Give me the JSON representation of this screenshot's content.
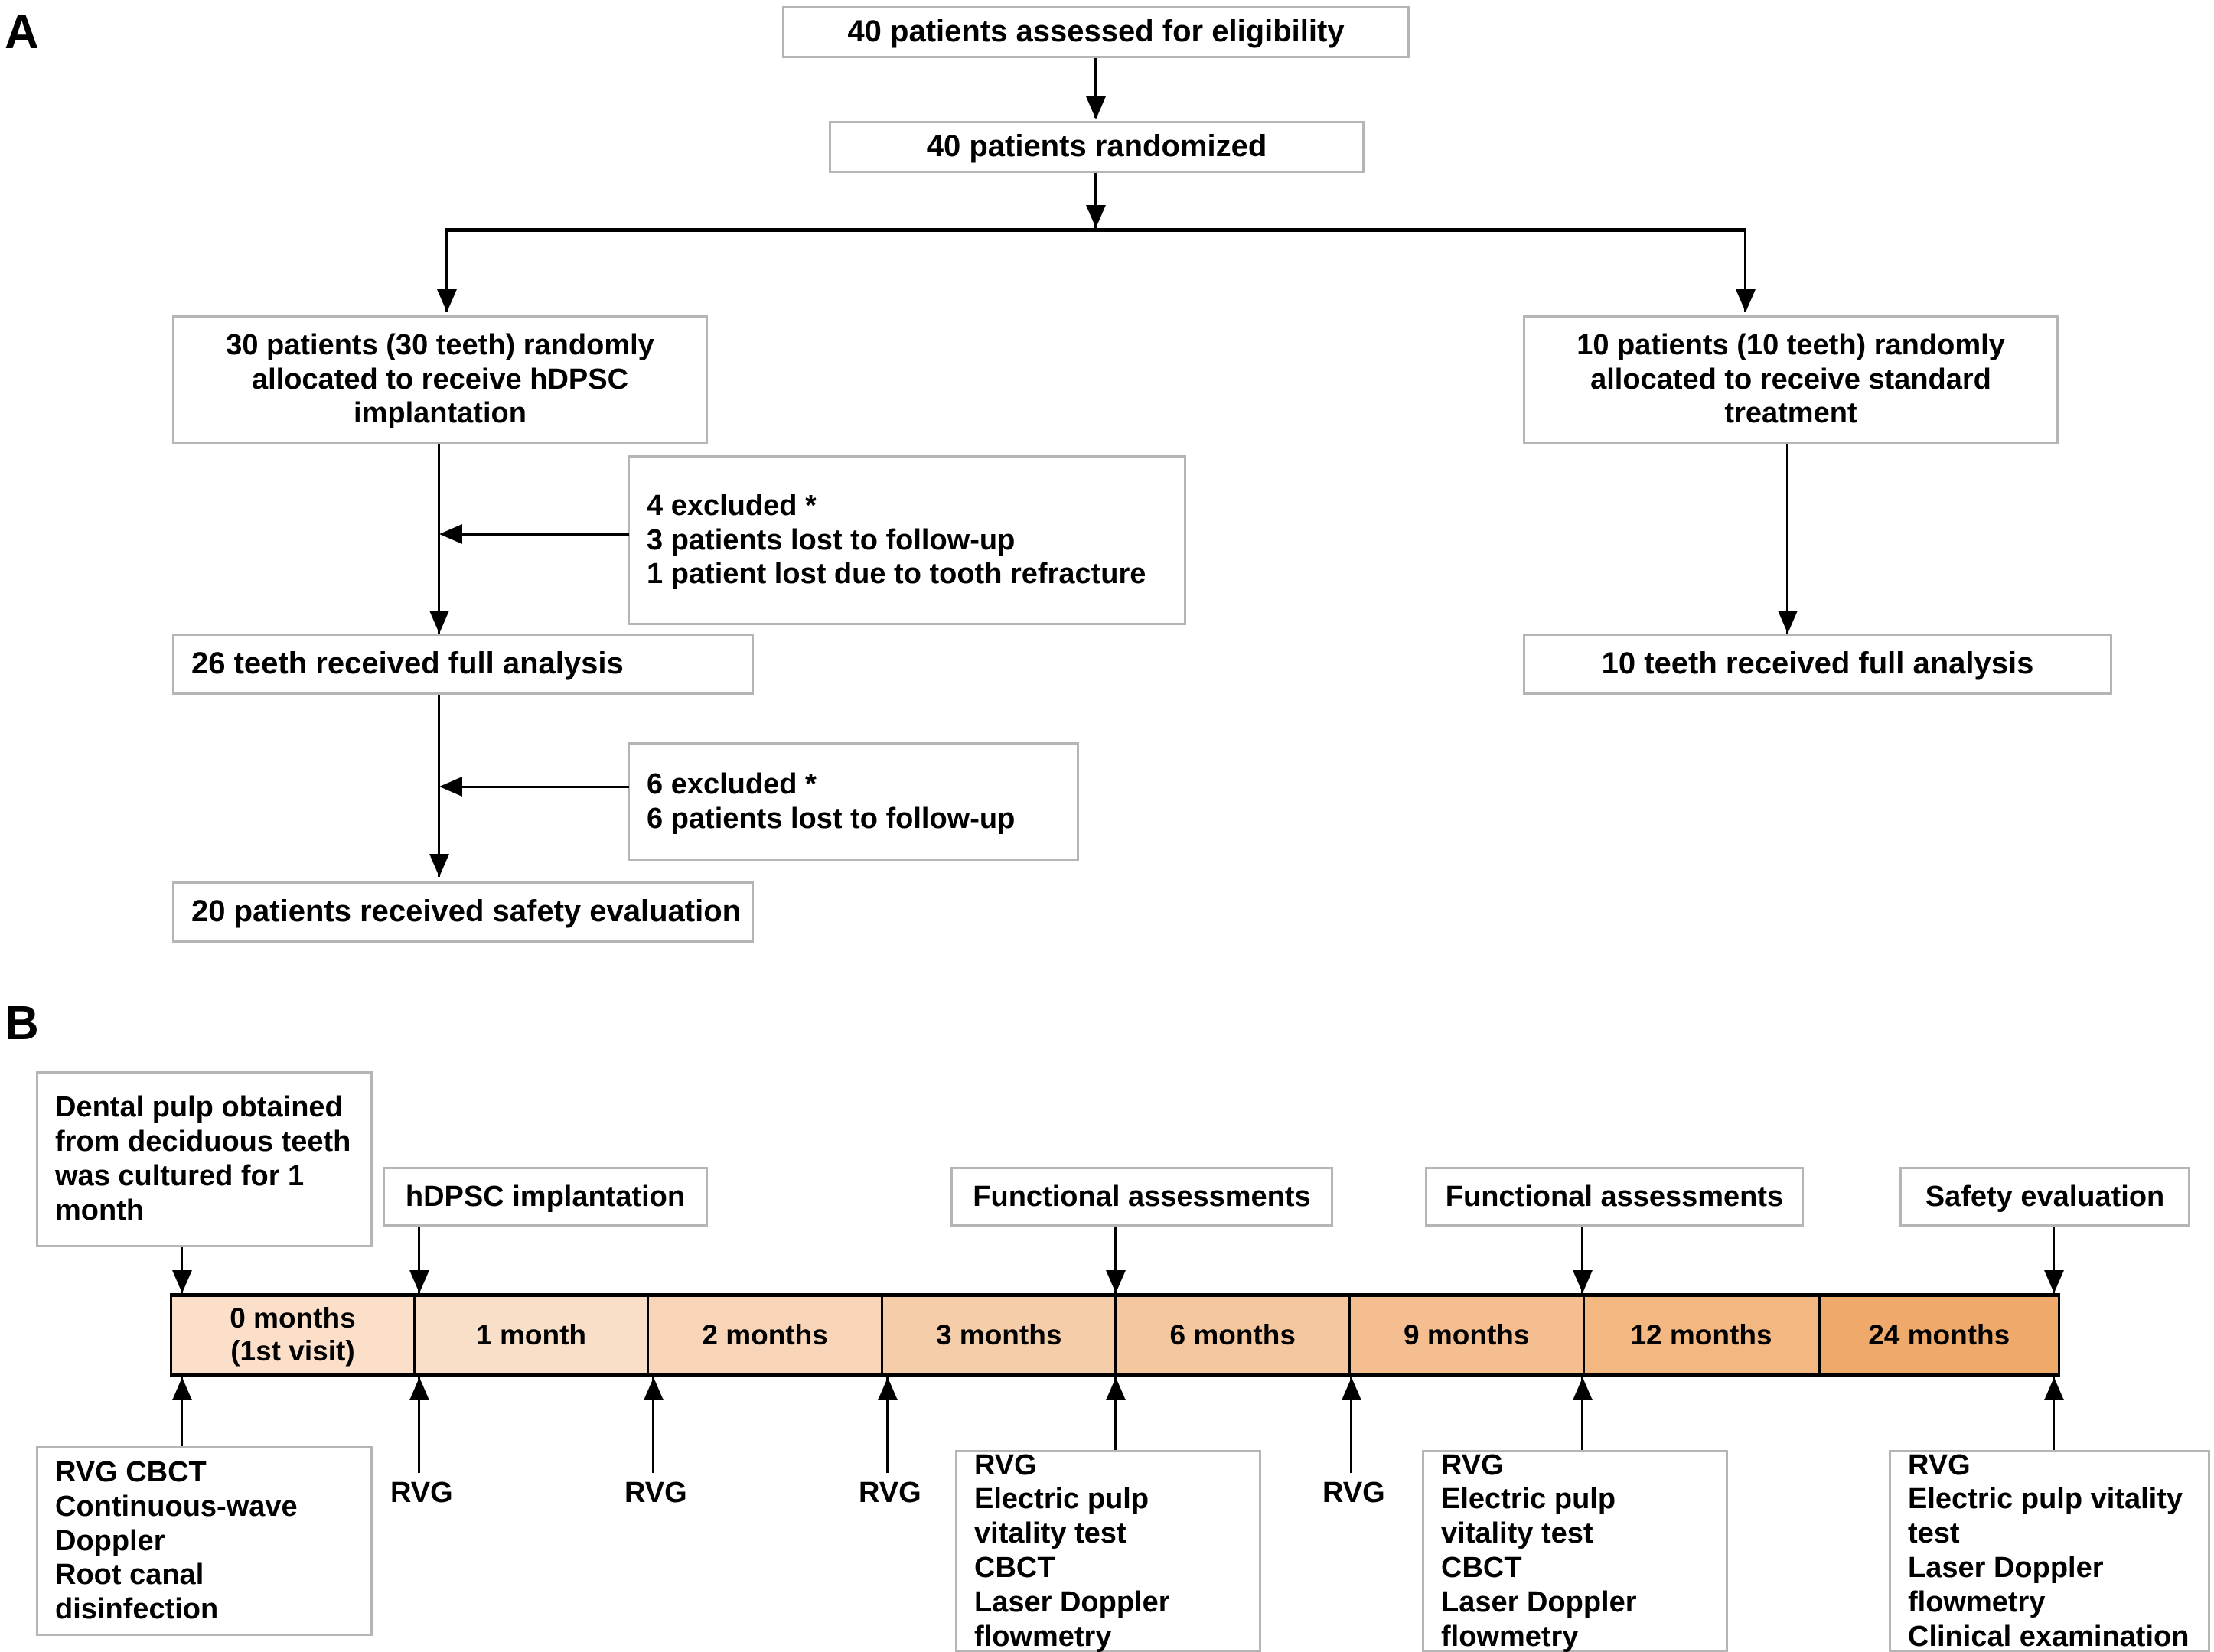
{
  "panels": {
    "a_letter": "A",
    "b_letter": "B"
  },
  "flowchart": {
    "assessed": "40 patients assessed for eligibility",
    "randomized": "40 patients randomized",
    "alloc_left": "30 patients (30 teeth) randomly allocated to receive hDPSC implantation",
    "alloc_right": "10 patients (10 teeth) randomly allocated to receive standard treatment",
    "excluded_1": "4 excluded *\n3 patients lost to follow-up\n1 patient lost due to tooth refracture",
    "analysis_left": "26 teeth received full analysis",
    "analysis_right": "10 teeth received full analysis",
    "excluded_2": "6 excluded *\n6 patients  lost to follow-up",
    "safety": "20 patients received  safety evaluation"
  },
  "timeline": {
    "top_labels": [
      "Dental pulp obtained from deciduous teeth was cultured for 1 month",
      "hDPSC implantation",
      "Functional assessments",
      "Functional assessments",
      "Safety evaluation"
    ],
    "segments": [
      "0 months\n(1st visit)",
      "1 month",
      "2 months",
      "3 months",
      "6 months",
      "9 months",
      "12 months",
      "24 months"
    ],
    "segment_colors": [
      "#fbdfc8",
      "#fadfc8",
      "#f8d5b8",
      "#f6cda9",
      "#f5c79f",
      "#f4be90",
      "#f3b781",
      "#efa96b"
    ],
    "bottom_boxes": [
      "RVG  CBCT\nContinuous-wave\nDoppler\nRoot canal\ndisinfection",
      "RVG\nElectric pulp\nvitality test\nCBCT\nLaser Doppler\nflowmetry",
      "RVG\nElectric pulp\nvitality test\nCBCT\nLaser Doppler\nflowmetry",
      "RVG\nElectric pulp vitality\ntest\nLaser Doppler\nflowmetry\nClinical examination"
    ],
    "tick_labels": [
      "RVG",
      "RVG",
      "RVG",
      "RVG"
    ]
  },
  "colors": {
    "box_border": "#b5b5b5",
    "line": "#000000",
    "timeline_start": "#fbdfc8",
    "timeline_end": "#efa96b"
  }
}
